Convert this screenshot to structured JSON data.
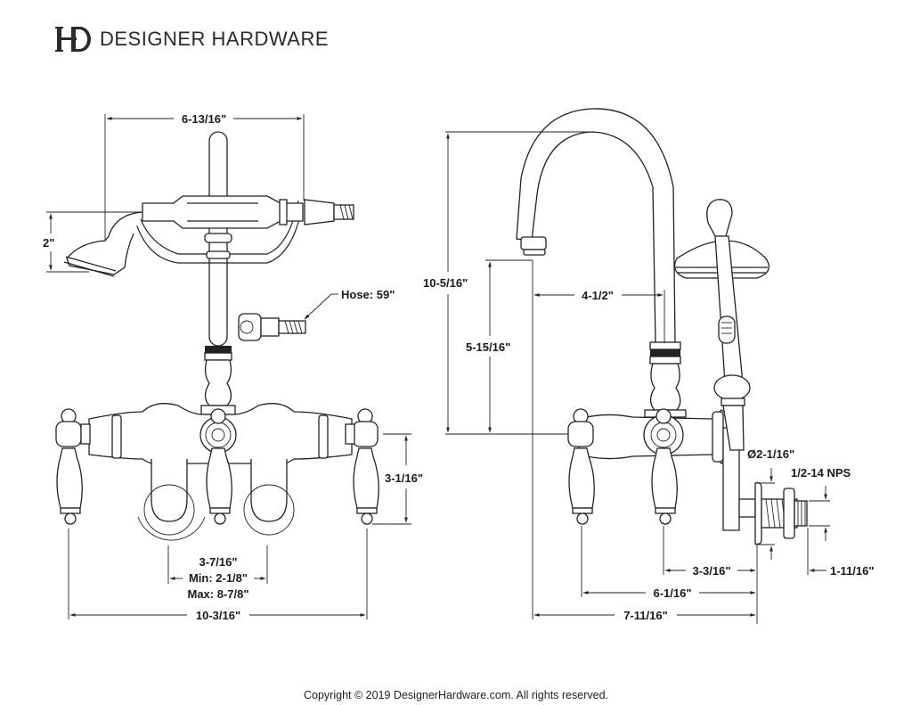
{
  "header": {
    "brand_name": "DESIGNER HARDWARE",
    "logo_icon": "dh-monogram-icon"
  },
  "front_view": {
    "dimensions": {
      "hand_shower_width": "6-13/16\"",
      "hand_shower_height": "2\"",
      "hose_label": "Hose: 59\"",
      "handle_height": "3-1/16\"",
      "center_spacing": "3-7/16\"",
      "center_min": "Min: 2-1/8\"",
      "center_max": "Max: 8-7/8\"",
      "overall_width": "10-3/16\""
    }
  },
  "side_view": {
    "dimensions": {
      "overall_height": "10-5/16\"",
      "spout_height": "5-15/16\"",
      "spout_reach": "4-1/2\"",
      "flange_diameter": "Ø2-1/16\"",
      "thread_size": "1/2-14 NPS",
      "inlet_length": "1-11/16\"",
      "handle_to_wall_center": "3-3/16\"",
      "handle_to_wall_outer": "6-1/16\"",
      "spout_to_wall": "7-11/16\""
    }
  },
  "footer": {
    "copyright": "Copyright © 2019 DesignerHardware.com. All rights reserved."
  }
}
